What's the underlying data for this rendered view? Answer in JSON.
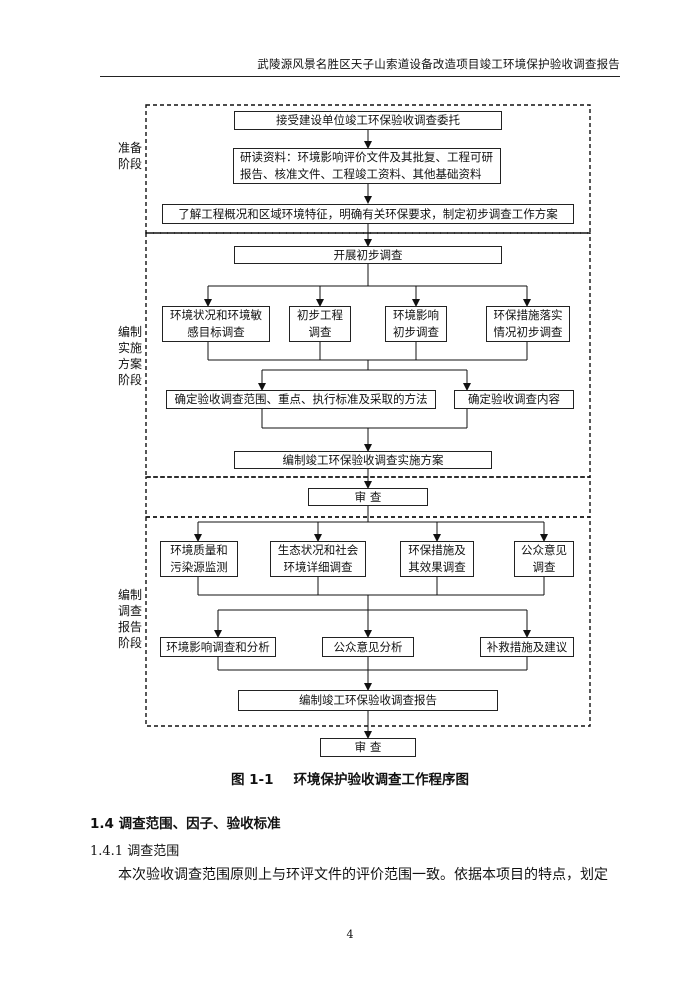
{
  "header": {
    "title": "武陵源风景名胜区天子山索道设备改造项目竣工环境保护验收调查报告"
  },
  "flowchart": {
    "stages": {
      "prepare": [
        "准备",
        "阶段"
      ],
      "plan": [
        "编制",
        "实施",
        "方案",
        "阶段"
      ],
      "report": [
        "编制",
        "调查",
        "报告",
        "阶段"
      ]
    },
    "boxes": {
      "entrust": "接受建设单位竣工环保验收调查委托",
      "study_1": "研读资料：环境影响评价文件及其批复、工程可研",
      "study_2": "报告、核准文件、工程竣工资料、其他基础资料",
      "understand": "了解工程概况和区域环境特征，明确有关环保要求，制定初步调查工作方案",
      "prelim": "开展初步调查",
      "env_status_1": "环境状况和环境敏",
      "env_status_2": "感目标调查",
      "prelim_eng_1": "初步工程",
      "prelim_eng_2": "调查",
      "env_impact_1": "环境影响",
      "env_impact_2": "初步调查",
      "measures_1": "环保措施落实",
      "measures_2": "情况初步调查",
      "scope": "确定验收调查范围、重点、执行标准及采取的方法",
      "content": "确定验收调查内容",
      "compile_plan": "编制竣工环保验收调查实施方案",
      "review_1": "审 查",
      "quality_1": "环境质量和",
      "quality_2": "污染源监测",
      "eco_1": "生态状况和社会",
      "eco_2": "环境详细调查",
      "effect_1": "环保措施及",
      "effect_2": "其效果调查",
      "public_1": "公众意见",
      "public_2": "调查",
      "impact_analysis": "环境影响调查和分析",
      "public_analysis": "公众意见分析",
      "remedy": "补救措施及建议",
      "compile_report": "编制竣工环保验收调查报告",
      "review_2": "审 查"
    },
    "caption": {
      "number": "图 1-1",
      "title": "环境保护验收调查工作程序图"
    }
  },
  "section": {
    "h2": "1.4  调查范围、因子、验收标准",
    "h3": "1.4.1  调查范围",
    "paragraph": "本次验收调查范围原则上与环评文件的评价范围一致。依据本项目的特点，划定"
  },
  "page_number": "4"
}
